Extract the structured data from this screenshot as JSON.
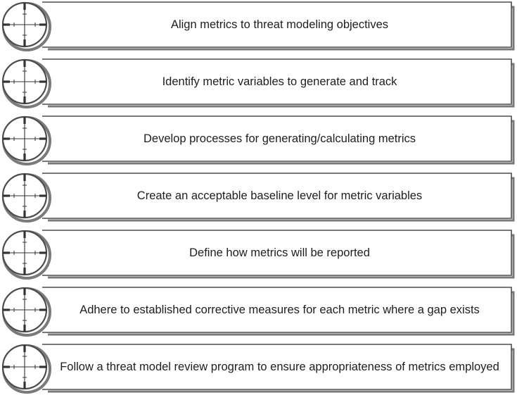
{
  "steps": [
    {
      "label": "Align metrics to threat modeling objectives",
      "icon": "crosshair-icon"
    },
    {
      "label": "Identify metric variables to generate and track",
      "icon": "crosshair-icon"
    },
    {
      "label": "Develop processes for generating/calculating metrics",
      "icon": "crosshair-icon"
    },
    {
      "label": "Create an acceptable baseline level for metric variables",
      "icon": "crosshair-icon"
    },
    {
      "label": "Define how metrics will be reported",
      "icon": "crosshair-icon"
    },
    {
      "label": "Adhere to established corrective measures for each metric where a gap exists",
      "icon": "crosshair-icon"
    },
    {
      "label": "Follow a threat model review program to ensure appropriateness of metrics employed",
      "icon": "crosshair-icon"
    }
  ],
  "colors": {
    "panel": "#ffffff",
    "outline": "#4d4d4d",
    "shadow": "#6e6e6e",
    "text": "#1e1e1e"
  }
}
